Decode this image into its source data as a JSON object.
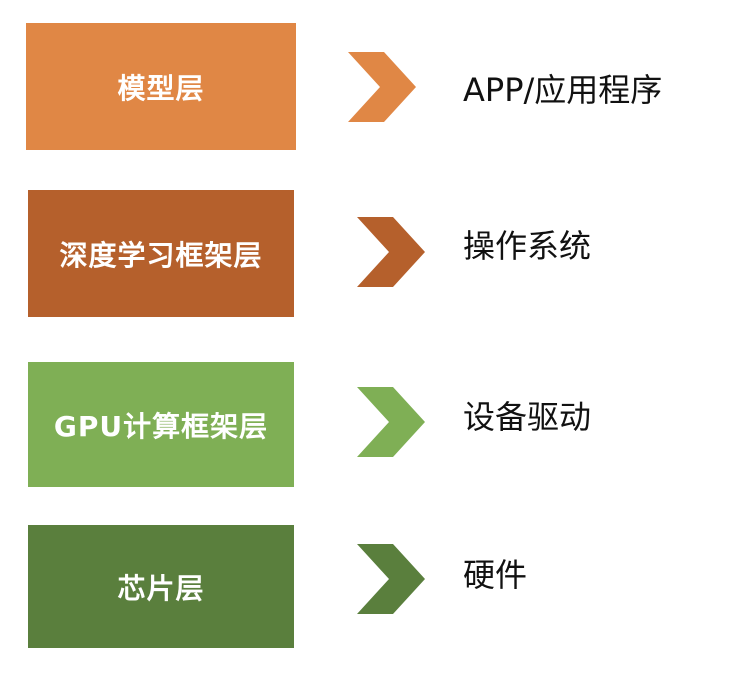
{
  "layers": [
    {
      "box_label": "模型层",
      "right_label": "APP/应用程序",
      "color": "#E08745"
    },
    {
      "box_label": "深度学习框架层",
      "right_label": "操作系统",
      "color": "#B5602C"
    },
    {
      "box_label": "GPU计算框架层",
      "right_label": "设备驱动",
      "color": "#7FAF55"
    },
    {
      "box_label": "芯片层",
      "right_label": "硬件",
      "color": "#5A7F3D"
    }
  ],
  "icons": {
    "arrow": "chevron-right-icon"
  }
}
